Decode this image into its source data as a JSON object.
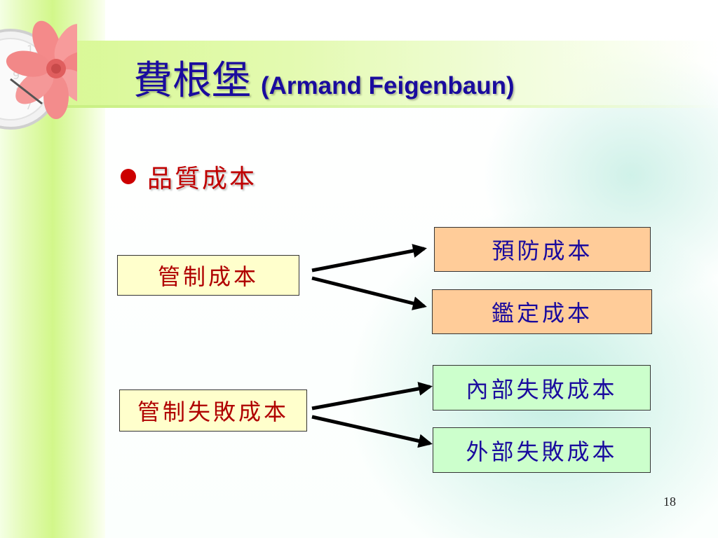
{
  "slide": {
    "title_zh": "費根堡",
    "title_en": "(Armand Feigenbaun)",
    "bullet": "品質成本",
    "page_number": "18"
  },
  "diagram": {
    "sources": [
      "管制成本",
      "管制失敗成本"
    ],
    "costs": [
      "預防成本",
      "鑑定成本",
      "內部失敗成本",
      "外部失敗成本"
    ]
  },
  "colors": {
    "title": "#1a0b9e",
    "bullet": "#c00000",
    "source_box": "#ffffcc",
    "control_cost_box": "#ffcc99",
    "failure_cost_box": "#ccffcc"
  }
}
